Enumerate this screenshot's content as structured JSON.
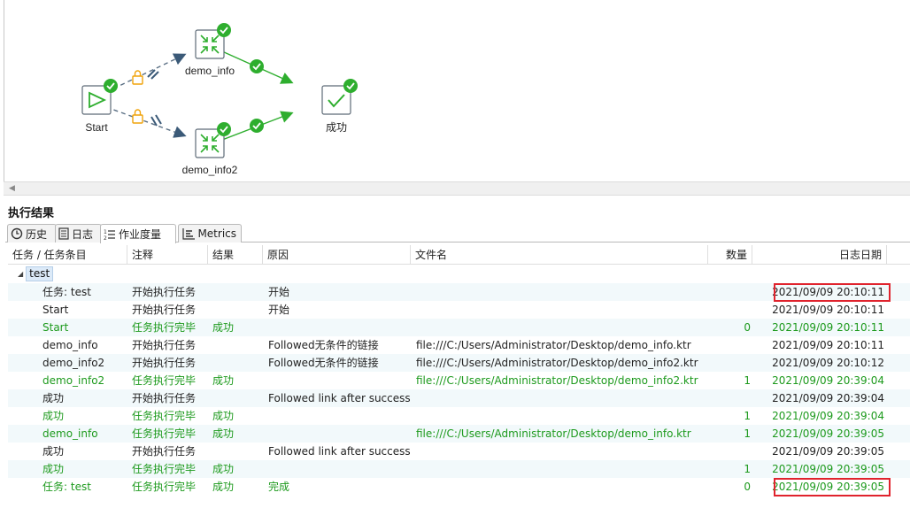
{
  "flow": {
    "nodes": {
      "start": "Start",
      "demo_info": "demo_info",
      "demo_info2": "demo_info2",
      "success": "成功"
    }
  },
  "results": {
    "title": "执行结果",
    "tabs": [
      {
        "label": "历史",
        "icon": "history-icon"
      },
      {
        "label": "日志",
        "icon": "log-icon"
      },
      {
        "label": "作业度量",
        "icon": "job-metrics-icon"
      },
      {
        "label": "Metrics",
        "icon": "metrics-icon"
      }
    ],
    "active_tab": "作业度量",
    "columns": [
      "任务 / 任务条目",
      "注释",
      "结果",
      "原因",
      "文件名",
      "数量",
      "日志日期"
    ],
    "tree_root": "test",
    "rows": [
      {
        "task": "任务: test",
        "comment": "开始执行任务",
        "result": "",
        "reason": "开始",
        "file": "",
        "count": "",
        "date": "2021/09/09 20:10:11",
        "style": "normal"
      },
      {
        "task": "Start",
        "comment": "开始执行任务",
        "result": "",
        "reason": "开始",
        "file": "",
        "count": "",
        "date": "2021/09/09 20:10:11",
        "style": "normal"
      },
      {
        "task": "Start",
        "comment": "任务执行完毕",
        "result": "成功",
        "reason": "",
        "file": "",
        "count": "0",
        "date": "2021/09/09 20:10:11",
        "style": "green"
      },
      {
        "task": "demo_info",
        "comment": "开始执行任务",
        "result": "",
        "reason": "Followed无条件的链接",
        "file": "file:///C:/Users/Administrator/Desktop/demo_info.ktr",
        "count": "",
        "date": "2021/09/09 20:10:11",
        "style": "normal"
      },
      {
        "task": "demo_info2",
        "comment": "开始执行任务",
        "result": "",
        "reason": "Followed无条件的链接",
        "file": "file:///C:/Users/Administrator/Desktop/demo_info2.ktr",
        "count": "",
        "date": "2021/09/09 20:10:12",
        "style": "normal"
      },
      {
        "task": "demo_info2",
        "comment": "任务执行完毕",
        "result": "成功",
        "reason": "",
        "file": "file:///C:/Users/Administrator/Desktop/demo_info2.ktr",
        "count": "1",
        "date": "2021/09/09 20:39:04",
        "style": "green"
      },
      {
        "task": "成功",
        "comment": "开始执行任务",
        "result": "",
        "reason": "Followed link after success",
        "file": "",
        "count": "",
        "date": "2021/09/09 20:39:04",
        "style": "normal"
      },
      {
        "task": "成功",
        "comment": "任务执行完毕",
        "result": "成功",
        "reason": "",
        "file": "",
        "count": "1",
        "date": "2021/09/09 20:39:04",
        "style": "green"
      },
      {
        "task": "demo_info",
        "comment": "任务执行完毕",
        "result": "成功",
        "reason": "",
        "file": "file:///C:/Users/Administrator/Desktop/demo_info.ktr",
        "count": "1",
        "date": "2021/09/09 20:39:05",
        "style": "green"
      },
      {
        "task": "成功",
        "comment": "开始执行任务",
        "result": "",
        "reason": "Followed link after success",
        "file": "",
        "count": "",
        "date": "2021/09/09 20:39:05",
        "style": "normal"
      },
      {
        "task": "成功",
        "comment": "任务执行完毕",
        "result": "成功",
        "reason": "",
        "file": "",
        "count": "1",
        "date": "2021/09/09 20:39:05",
        "style": "green"
      },
      {
        "task": "任务: test",
        "comment": "任务执行完毕",
        "result": "成功",
        "reason": "完成",
        "file": "",
        "count": "0",
        "date": "2021/09/09 20:39:05",
        "style": "green"
      }
    ],
    "highlighted_rows": [
      0,
      11
    ]
  },
  "colors": {
    "success_green": "#1d9a1d",
    "node_green": "#2eae2e",
    "lock_orange": "#f0a30a",
    "highlight_red": "#e0232d",
    "row_stripe": "#f2f9fb"
  }
}
